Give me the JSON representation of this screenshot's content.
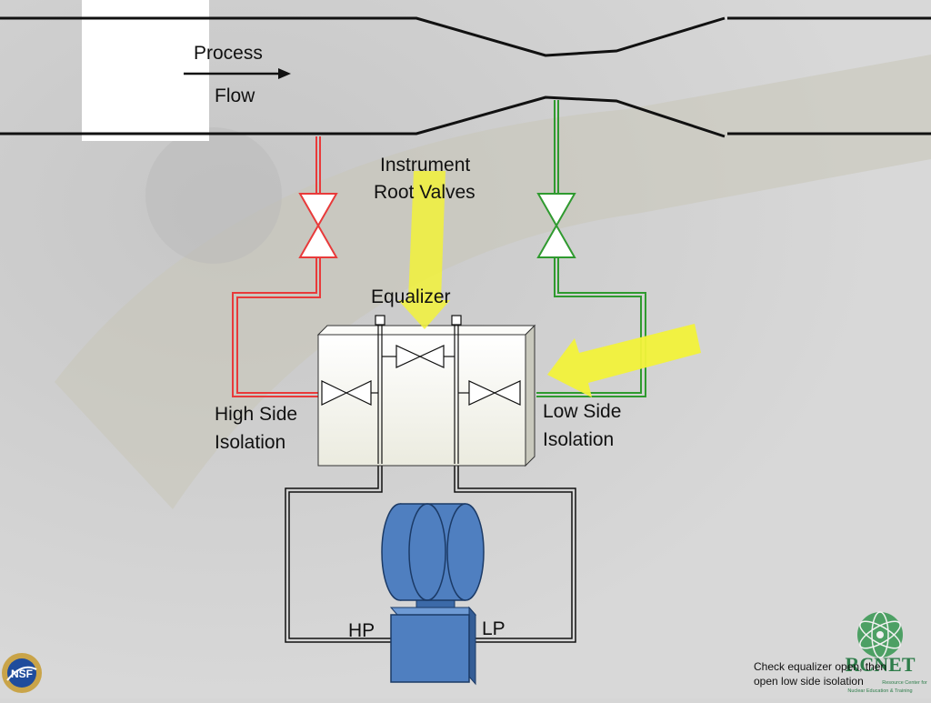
{
  "process_flow": {
    "line1": "Process",
    "line2": "Flow"
  },
  "root_valves": {
    "line1": "Instrument",
    "line2": "Root Valves"
  },
  "equalizer": "Equalizer",
  "high_side": {
    "line1": "High Side",
    "line2": "Isolation"
  },
  "low_side": {
    "line1": "Low Side",
    "line2": "Isolation"
  },
  "ports": {
    "hp": "HP",
    "lp": "LP"
  },
  "caption": {
    "line1": "Check equalizer open, then",
    "line2": "open low side isolation"
  },
  "logos": {
    "left": {
      "text": "NSF"
    },
    "right": {
      "text": "RCNET",
      "subtitle1": "Resource Center for",
      "subtitle2": "Nuclear Education & Training"
    }
  },
  "colors": {
    "high_side_tubing": "#e83a3a",
    "low_side_tubing": "#2f9a2f",
    "arrow": "#f2f23a",
    "transmitter": "#4f7fc0",
    "manifold": "#f6f6ef",
    "background": "#d6d6d6"
  }
}
